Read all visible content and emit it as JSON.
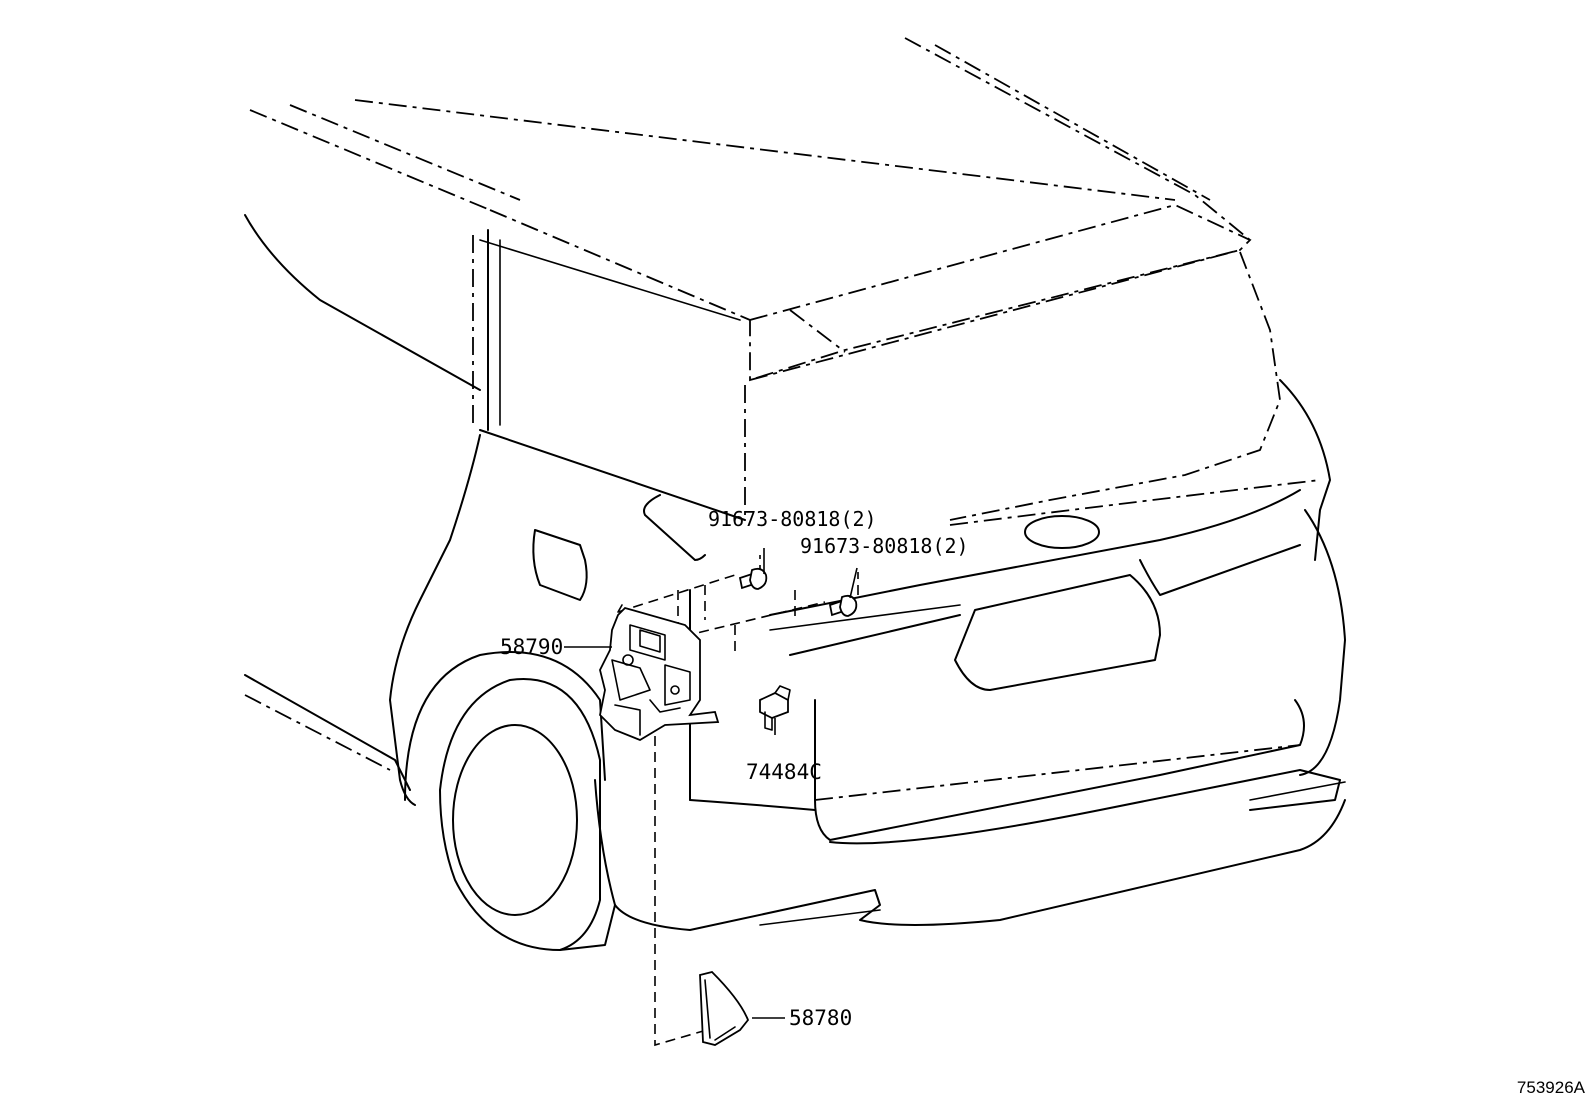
{
  "callouts": {
    "bolt_upper": "91673-80818(2)",
    "bolt_lower": "91673-80818(2)",
    "bracket": "58790",
    "connector": "74484C",
    "cover_bracket": "58780"
  },
  "reference_id": "753926A"
}
